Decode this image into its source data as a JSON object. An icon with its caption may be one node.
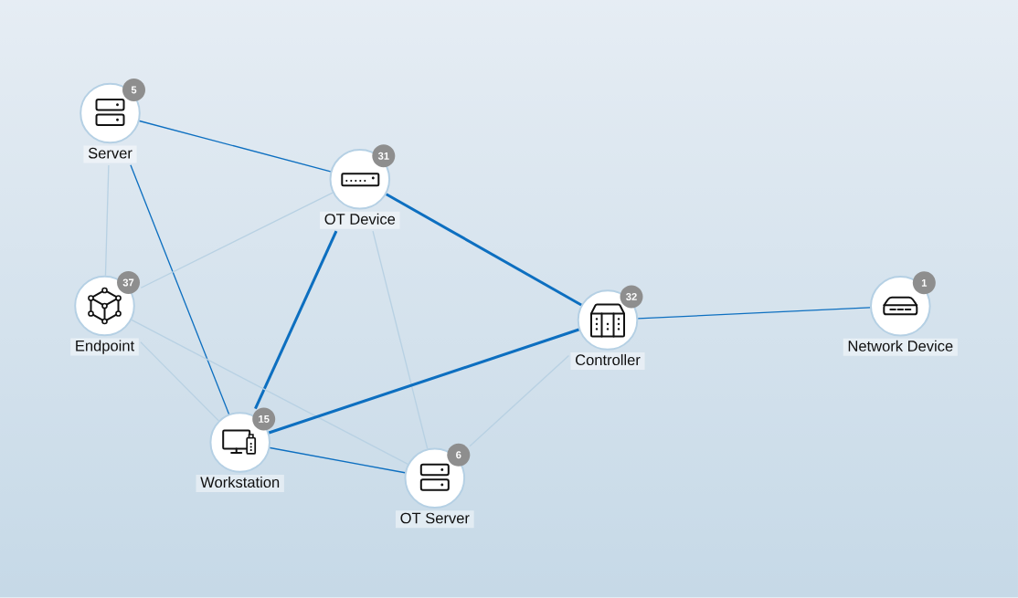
{
  "diagram": {
    "nodes": [
      {
        "text": [
          "5",
          "Server"
        ]
      },
      {
        "text": [
          "31",
          "OT Device"
        ]
      },
      {
        "text": [
          "37",
          "Endpoint"
        ]
      },
      {
        "text": [
          "32",
          "Controller"
        ]
      },
      {
        "text": [
          "1",
          "Network Device"
        ]
      },
      {
        "text": [
          "15",
          "Workstation"
        ]
      },
      {
        "text": [
          "6",
          "OT Server"
        ]
      }
    ],
    "edges": [
      {
        "from": 0,
        "to": 1,
        "arrow": "none"
      },
      {
        "from": 0,
        "to": 2,
        "arrow": "none",
        "color": "#b8d1e3"
      },
      {
        "from": 0,
        "to": 5,
        "arrow": "none"
      },
      {
        "from": 1,
        "to": 2,
        "arrow": "none",
        "color": "#b8d1e3"
      },
      {
        "from": 1,
        "to": 3,
        "arrow": "none",
        "style": "thick"
      },
      {
        "from": 1,
        "to": 5,
        "arrow": "none",
        "style": "thick"
      },
      {
        "from": 1,
        "to": 6,
        "arrow": "none",
        "color": "#b8d1e3"
      },
      {
        "from": 2,
        "to": 5,
        "arrow": "none",
        "color": "#b8d1e3"
      },
      {
        "from": 2,
        "to": 6,
        "arrow": "none",
        "color": "#b8d1e3"
      },
      {
        "from": 3,
        "to": 4,
        "arrow": "none"
      },
      {
        "from": 3,
        "to": 5,
        "arrow": "none",
        "style": "thick"
      },
      {
        "from": 3,
        "to": 6,
        "arrow": "none",
        "color": "#b8d1e3"
      },
      {
        "from": 5,
        "to": 6,
        "arrow": "none"
      }
    ]
  }
}
